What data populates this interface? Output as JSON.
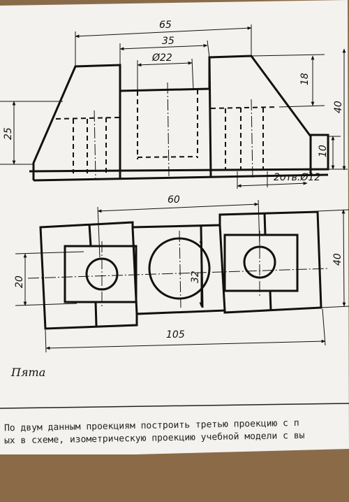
{
  "drawing": {
    "dimensions": {
      "overall_top_length": "65",
      "inner_top_length": "35",
      "center_hole_dia": "Ø22",
      "slope_height": "18",
      "total_height": "40",
      "left_height": "25",
      "foot_height": "10",
      "holes_note": "2отв.Ø12",
      "plan_hole_spacing": "60",
      "plan_left_width": "20",
      "plan_center_width": "32",
      "plan_right_width": "40",
      "plan_total_length": "105"
    },
    "part_name": "Пята"
  },
  "task": {
    "line1": "По двум данным проекциям построить третью проекцию с п",
    "line2": "ых в схеме, изометрическую проекцию учебной модели с вы"
  }
}
